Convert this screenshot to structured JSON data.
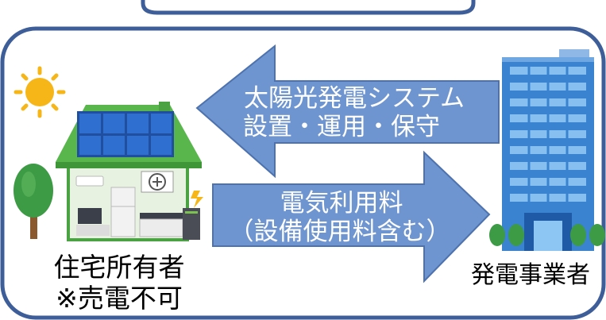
{
  "arrow_top": {
    "line1": "太陽光発電システム",
    "line2": "設置・運用・保守"
  },
  "arrow_bottom": {
    "line1": "電気利用料",
    "line2": "（設備使用料含む）"
  },
  "house_caption": {
    "line1": "住宅所有者",
    "line2": "※売電不可"
  },
  "building_caption": "発電事業者",
  "colors": {
    "frame": "#3d5e98",
    "arrow_fill": "#6e95cf",
    "arrow_stroke": "#4d72ad",
    "arrow_text": "#ffffff",
    "roof": "#59b64d",
    "solar_panel": "#2c63b8",
    "sun": "#f6b617",
    "tree": "#3d9a45",
    "building": "#3a83d0"
  },
  "icons": [
    "sun-icon",
    "house-with-solar-panels-icon",
    "tree-icon",
    "battery-icon",
    "office-building-icon"
  ]
}
